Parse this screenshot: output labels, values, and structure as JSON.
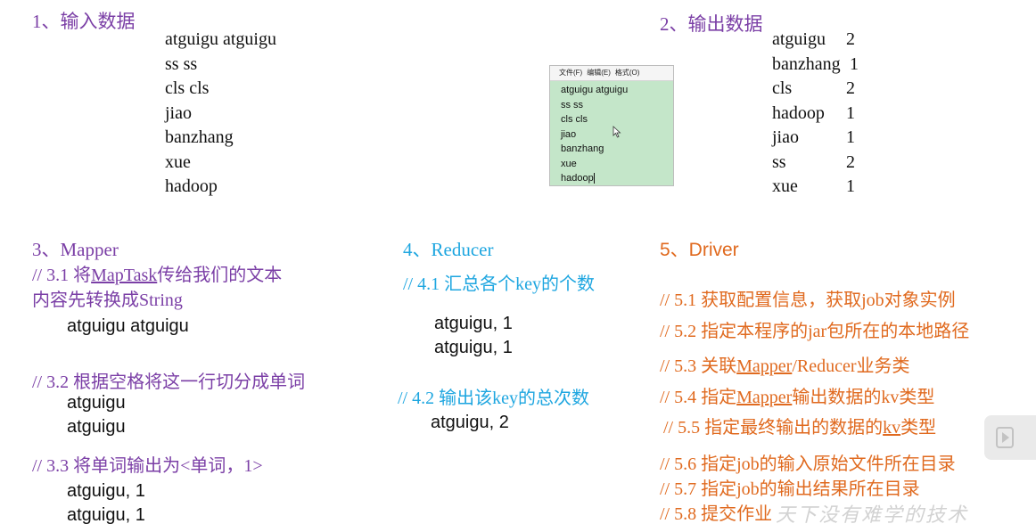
{
  "section1": {
    "title": "1、输入数据",
    "lines": [
      "atguigu atguigu",
      "ss ss",
      "cls cls",
      "jiao",
      "banzhang",
      "xue",
      "hadoop"
    ]
  },
  "notepad": {
    "menu": [
      "文件(F)",
      "编辑(E)",
      "格式(O)"
    ],
    "lines": [
      "atguigu atguigu",
      "ss ss",
      "cls cls",
      "jiao",
      "banzhang",
      "xue",
      "hadoop"
    ],
    "background_color": "#c4e6c9"
  },
  "section2": {
    "title": "2、输出数据",
    "rows": [
      {
        "word": "atguigu",
        "count": "2"
      },
      {
        "word": "banzhang",
        "count": "1"
      },
      {
        "word": "cls",
        "count": "2"
      },
      {
        "word": "hadoop",
        "count": "1"
      },
      {
        "word": "jiao",
        "count": "1"
      },
      {
        "word": "ss",
        "count": "2"
      },
      {
        "word": "xue",
        "count": "1"
      }
    ]
  },
  "section3": {
    "title": "3、Mapper",
    "step1_prefix": "//  3.1  将",
    "step1_link": "MapTask",
    "step1_suffix": "传给我们的文本",
    "step1_line2": "内容先转换成String",
    "step1_output": "atguigu atguigu",
    "step2": "// 3.2 根据空格将这一行切分成单词",
    "step2_output": [
      "atguigu",
      "atguigu"
    ],
    "step3": "// 3.3 将单词输出为<单词，1>",
    "step3_output": [
      "atguigu, 1",
      "atguigu, 1"
    ]
  },
  "section4": {
    "title": "4、Reducer",
    "step1": "// 4.1 汇总各个key的个数",
    "step1_output": [
      "atguigu, 1",
      "atguigu, 1"
    ],
    "step2": "// 4.2  输出该key的总次数",
    "step2_output": "atguigu, 2"
  },
  "section5": {
    "title": "5、Driver",
    "steps": [
      {
        "prefix": "// 5.1 获取配置信息，获取job对象实例",
        "link": "",
        "suffix": ""
      },
      {
        "prefix": "// 5.2 指定本程序的jar包所在的本地路径",
        "link": "",
        "suffix": ""
      },
      {
        "prefix": "// 5.3 关联",
        "link": "Mapper",
        "suffix": "/Reducer业务类"
      },
      {
        "prefix": "// 5.4 指定",
        "link": "Mapper",
        "suffix": "输出数据的kv类型"
      },
      {
        "prefix": "// 5.5 指定最终输出的数据的",
        "link": "kv",
        "suffix": "类型"
      },
      {
        "prefix": "// 5.6 指定job的输入原始文件所在目录",
        "link": "",
        "suffix": ""
      },
      {
        "prefix": "// 5.7  指定job的输出结果所在目录",
        "link": "",
        "suffix": ""
      },
      {
        "prefix": "// 5.8 提交作业",
        "link": "",
        "suffix": ""
      }
    ]
  },
  "watermark": "天下没有难学的技术",
  "colors": {
    "purple": "#7b3fa6",
    "blue": "#1ea6e0",
    "orange": "#e06a1f"
  }
}
